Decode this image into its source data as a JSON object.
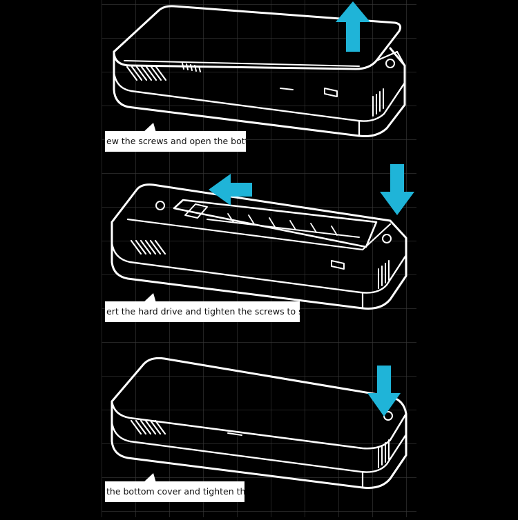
{
  "steps": [
    {
      "label": "ew the screws and open the bottom cover",
      "arrow_direction": "up"
    },
    {
      "label": "ert the hard drive and tighten the screws to secure",
      "arrow_direction": "left-and-down"
    },
    {
      "label": "the bottom cover and tighten the screws",
      "arrow_direction": "down"
    }
  ],
  "colors": {
    "background": "#000000",
    "grid": "#3a3a3a",
    "line_art": "#ffffff",
    "arrow": "#1fb4d8",
    "label_bg": "#ffffff",
    "label_text": "#111111"
  }
}
